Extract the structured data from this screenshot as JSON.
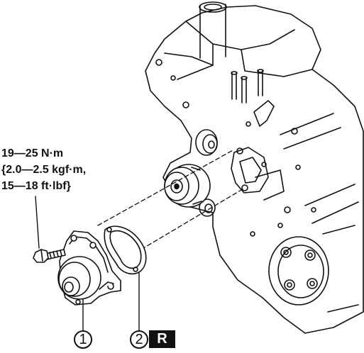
{
  "torque_spec": {
    "line1": "19—25 N·m",
    "line2": "{2.0—2.5 kgf·m,",
    "line3": "15—18 ft·lbf}"
  },
  "callouts": {
    "water_pump": "1",
    "gasket": "2"
  },
  "replace_badge": "R",
  "colors": {
    "line": "#111111",
    "background": "#ffffff",
    "badge_bg": "#111111",
    "badge_text": "#ffffff"
  }
}
